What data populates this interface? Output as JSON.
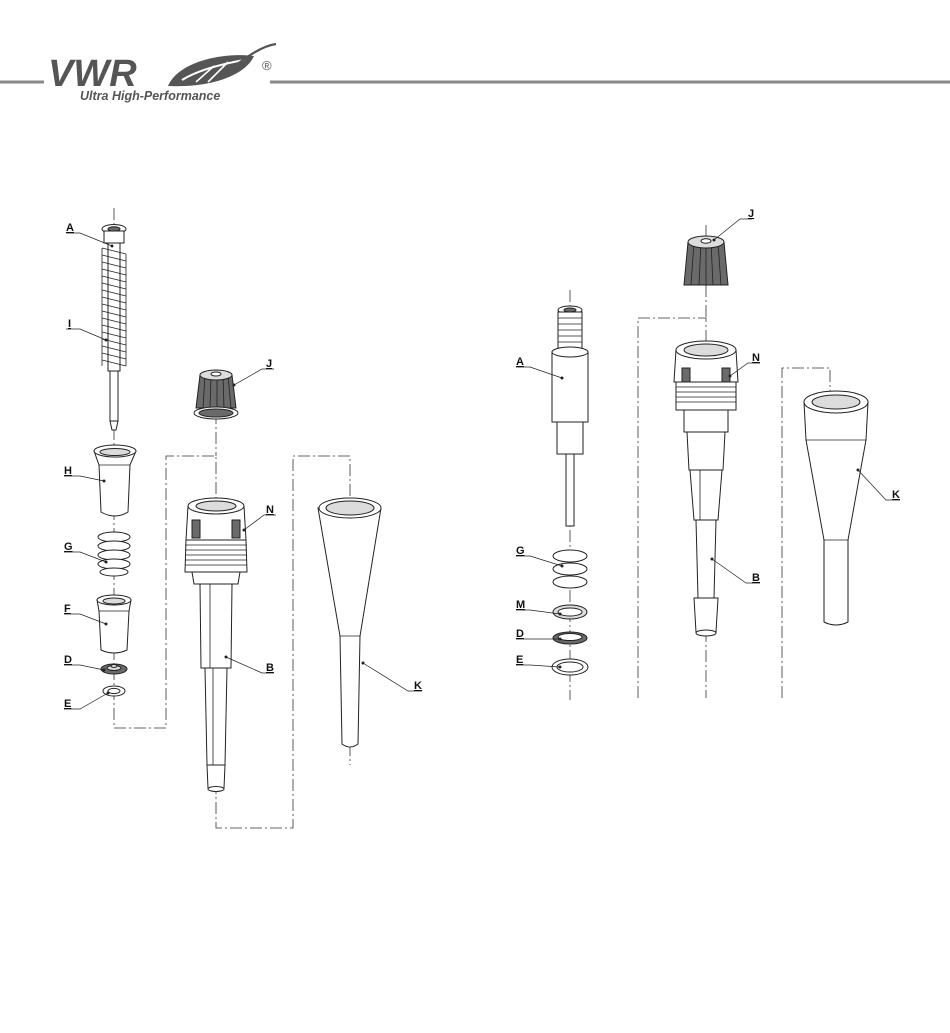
{
  "header": {
    "brand": "VWR",
    "tagline": "Ultra High-Performance",
    "registered_mark": "®",
    "accent_color": "#8a8a8a"
  },
  "left_assembly": {
    "labels": [
      "A",
      "I",
      "H",
      "G",
      "F",
      "D",
      "E",
      "J",
      "N",
      "B",
      "K"
    ]
  },
  "right_assembly": {
    "labels": [
      "J",
      "N",
      "A",
      "K",
      "G",
      "B",
      "M",
      "D",
      "E"
    ]
  }
}
